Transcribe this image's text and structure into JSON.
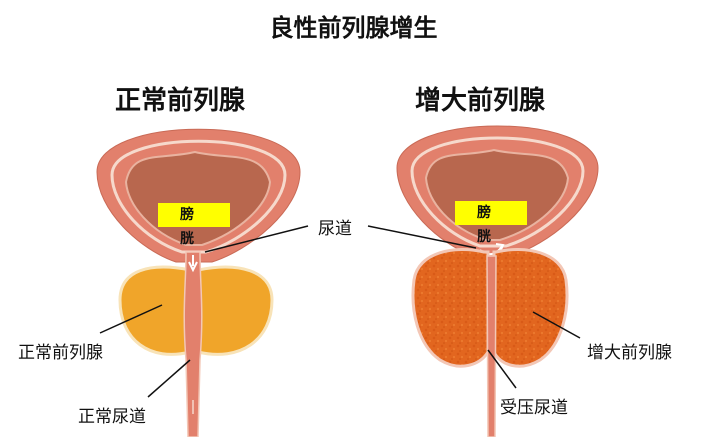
{
  "title": "良性前列腺增生",
  "left_panel": {
    "heading": "正常前列腺",
    "bladder_label": "膀 胱",
    "prostate_label": "正常前列腺",
    "urethra_label": "正常尿道"
  },
  "right_panel": {
    "heading": "增大前列腺",
    "bladder_label": "膀 胱",
    "prostate_label": "增大前列腺",
    "urethra_label": "受压尿道"
  },
  "shared_label": "尿道",
  "colors": {
    "bladder_outer": "#e2806c",
    "bladder_inner": "#b8674e",
    "normal_prostate": "#f0a52a",
    "enlarged_prostate": "#e2661f",
    "label_highlight": "#ffff00"
  }
}
